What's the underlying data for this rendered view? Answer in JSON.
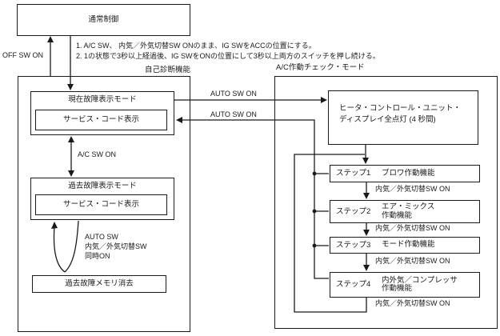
{
  "colors": {
    "ink": "#1a1a1a",
    "background": "#ffffff"
  },
  "normal_control": {
    "label": "通常制御"
  },
  "off_sw_label": "OFF SW ON",
  "notes": {
    "line1": "1. A/C SW、 内気／外気切替SW ONのまま、IG SWをACCの位置にする。",
    "line2": "2. 1の状態で3秒以上経過後、IG SWをONの位置にして3秒以上両方のスイッチを押し続ける。"
  },
  "self_diag": {
    "title": "自己診断機能",
    "current_mode_title": "現在故障表示モード",
    "current_mode_inner": "サービス・コード表示",
    "ac_sw_on_label": "A/C SW ON",
    "past_mode_title": "過去故障表示モード",
    "past_mode_inner": "サービス・コード表示",
    "erase_transition_line1": "AUTO SW",
    "erase_transition_line2": "内気／外気切替SW",
    "erase_transition_line3": "同時ON",
    "erase_box_label": "過去故障メモリ消去"
  },
  "cross_links": {
    "to_check_mode": "AUTO SW ON",
    "to_self_diag": "AUTO SW ON"
  },
  "ac_check": {
    "title": "A/C作動チェック・モード",
    "header_line1": "ヒータ・コントロール・ユニット・",
    "header_line2": "ディスプレイ全点灯 (4 秒間)",
    "steps": [
      {
        "name": "ステップ1",
        "desc1": "ブロワ作動機能",
        "desc2": "",
        "transition": "内気／外気切替SW ON"
      },
      {
        "name": "ステップ2",
        "desc1": "エア・ミックス",
        "desc2": "作動機能",
        "transition": "内気／外気切替SW ON"
      },
      {
        "name": "ステップ3",
        "desc1": "モード作動機能",
        "desc2": "",
        "transition": "内気／外気切替SW ON"
      },
      {
        "name": "ステップ4",
        "desc1": "内外気／コンプレッサ",
        "desc2": "作動機能",
        "transition": "内気／外気切替SW ON"
      }
    ]
  }
}
